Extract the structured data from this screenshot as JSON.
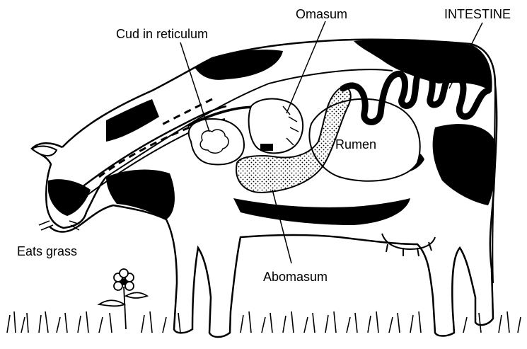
{
  "labels": {
    "omasum": "Omasum",
    "intestine": "INTESTINE",
    "cud_in_reticulum": "Cud in reticulum",
    "rumen": "Rumen",
    "eats_grass": "Eats grass",
    "abomasum": "Abomasum"
  },
  "colors": {
    "ink": "#000000",
    "paper": "#ffffff"
  }
}
